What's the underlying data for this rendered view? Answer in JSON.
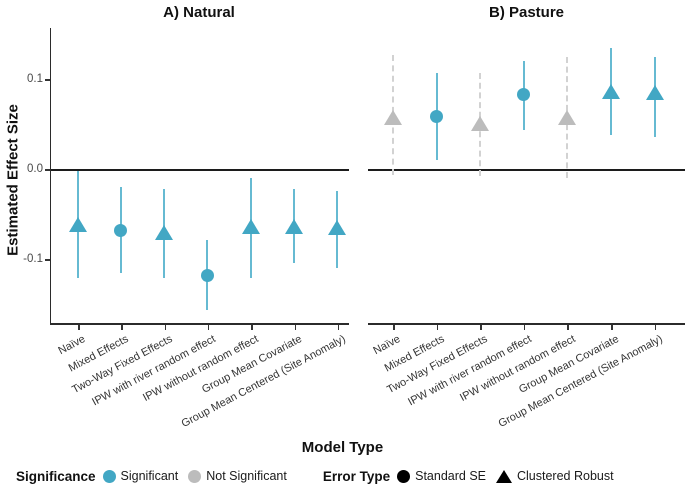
{
  "figure": {
    "panels": [
      {
        "title": "A) Natural"
      },
      {
        "title": "B) Pasture"
      }
    ],
    "y_axis": {
      "title": "Estimated Effect Size",
      "ticks": [
        "0.1",
        "0.0",
        "-0.1"
      ]
    },
    "x_axis": {
      "title": "Model Type"
    },
    "legend": {
      "significance_title": "Significance",
      "significant_label": "Significant",
      "not_significant_label": "Not Significant",
      "error_type_title": "Error Type",
      "standard_se_label": "Standard SE",
      "clustered_robust_label": "Clustered Robust"
    }
  },
  "chart_data": {
    "type": "scatter",
    "subtype": "coefficient-plot-with-95ci",
    "title": "",
    "xlabel": "Model Type",
    "ylabel": "Estimated Effect Size",
    "ylim": [
      -0.17,
      0.15
    ],
    "yticks": [
      0.1,
      0.0,
      -0.1
    ],
    "grid": false,
    "legend_position": "bottom-left",
    "categories": [
      "Naïve",
      "Mixed Effects",
      "Two-Way Fixed Effects",
      "IPW with river random effect",
      "IPW without random effect",
      "Group Mean Covariate",
      "Group Mean Centered (Site Anomaly)"
    ],
    "colors": {
      "significant": "#42a7c4",
      "significant_bar": "#66bad2",
      "not_significant": "#bcbcbc",
      "not_significant_bar": "#d2d2d2",
      "zero_line": "#1c1c1c"
    },
    "legend": {
      "significance": [
        "Significant",
        "Not Significant"
      ],
      "error_type": [
        "Standard SE",
        "Clustered Robust"
      ]
    },
    "panels": [
      {
        "title": "A) Natural",
        "points": [
          {
            "model": "Naïve",
            "estimate": -0.061,
            "ci_low": -0.12,
            "ci_high": -0.001,
            "significant": true,
            "error_type": "Clustered Robust",
            "shape": "triangle"
          },
          {
            "model": "Mixed Effects",
            "estimate": -0.067,
            "ci_low": -0.114,
            "ci_high": -0.019,
            "significant": true,
            "error_type": "Standard SE",
            "shape": "circle"
          },
          {
            "model": "Two-Way Fixed Effects",
            "estimate": -0.07,
            "ci_low": -0.12,
            "ci_high": -0.021,
            "significant": true,
            "error_type": "Clustered Robust",
            "shape": "triangle"
          },
          {
            "model": "IPW with river random effect",
            "estimate": -0.117,
            "ci_low": -0.156,
            "ci_high": -0.078,
            "significant": true,
            "error_type": "Standard SE",
            "shape": "circle"
          },
          {
            "model": "IPW without random effect",
            "estimate": -0.063,
            "ci_low": -0.12,
            "ci_high": -0.009,
            "significant": true,
            "error_type": "Clustered Robust",
            "shape": "triangle"
          },
          {
            "model": "Group Mean Covariate",
            "estimate": -0.063,
            "ci_low": -0.103,
            "ci_high": -0.021,
            "significant": true,
            "error_type": "Clustered Robust",
            "shape": "triangle"
          },
          {
            "model": "Group Mean Centered (Site Anomaly)",
            "estimate": -0.064,
            "ci_low": -0.109,
            "ci_high": -0.023,
            "significant": true,
            "error_type": "Clustered Robust",
            "shape": "triangle"
          }
        ]
      },
      {
        "title": "B) Pasture",
        "points": [
          {
            "model": "Naïve",
            "estimate": 0.058,
            "ci_low": -0.006,
            "ci_high": 0.128,
            "significant": false,
            "error_type": "Clustered Robust",
            "shape": "triangle"
          },
          {
            "model": "Mixed Effects",
            "estimate": 0.059,
            "ci_low": 0.011,
            "ci_high": 0.108,
            "significant": true,
            "error_type": "Standard SE",
            "shape": "circle"
          },
          {
            "model": "Two-Way Fixed Effects",
            "estimate": 0.051,
            "ci_low": -0.007,
            "ci_high": 0.108,
            "significant": false,
            "error_type": "Clustered Robust",
            "shape": "triangle"
          },
          {
            "model": "IPW with river random effect",
            "estimate": 0.084,
            "ci_low": 0.044,
            "ci_high": 0.121,
            "significant": true,
            "error_type": "Standard SE",
            "shape": "circle"
          },
          {
            "model": "IPW without random effect",
            "estimate": 0.058,
            "ci_low": -0.009,
            "ci_high": 0.126,
            "significant": false,
            "error_type": "Clustered Robust",
            "shape": "triangle"
          },
          {
            "model": "Group Mean Covariate",
            "estimate": 0.087,
            "ci_low": 0.039,
            "ci_high": 0.136,
            "significant": true,
            "error_type": "Clustered Robust",
            "shape": "triangle"
          },
          {
            "model": "Group Mean Centered (Site Anomaly)",
            "estimate": 0.086,
            "ci_low": 0.037,
            "ci_high": 0.126,
            "significant": true,
            "error_type": "Clustered Robust",
            "shape": "triangle"
          }
        ]
      }
    ]
  }
}
